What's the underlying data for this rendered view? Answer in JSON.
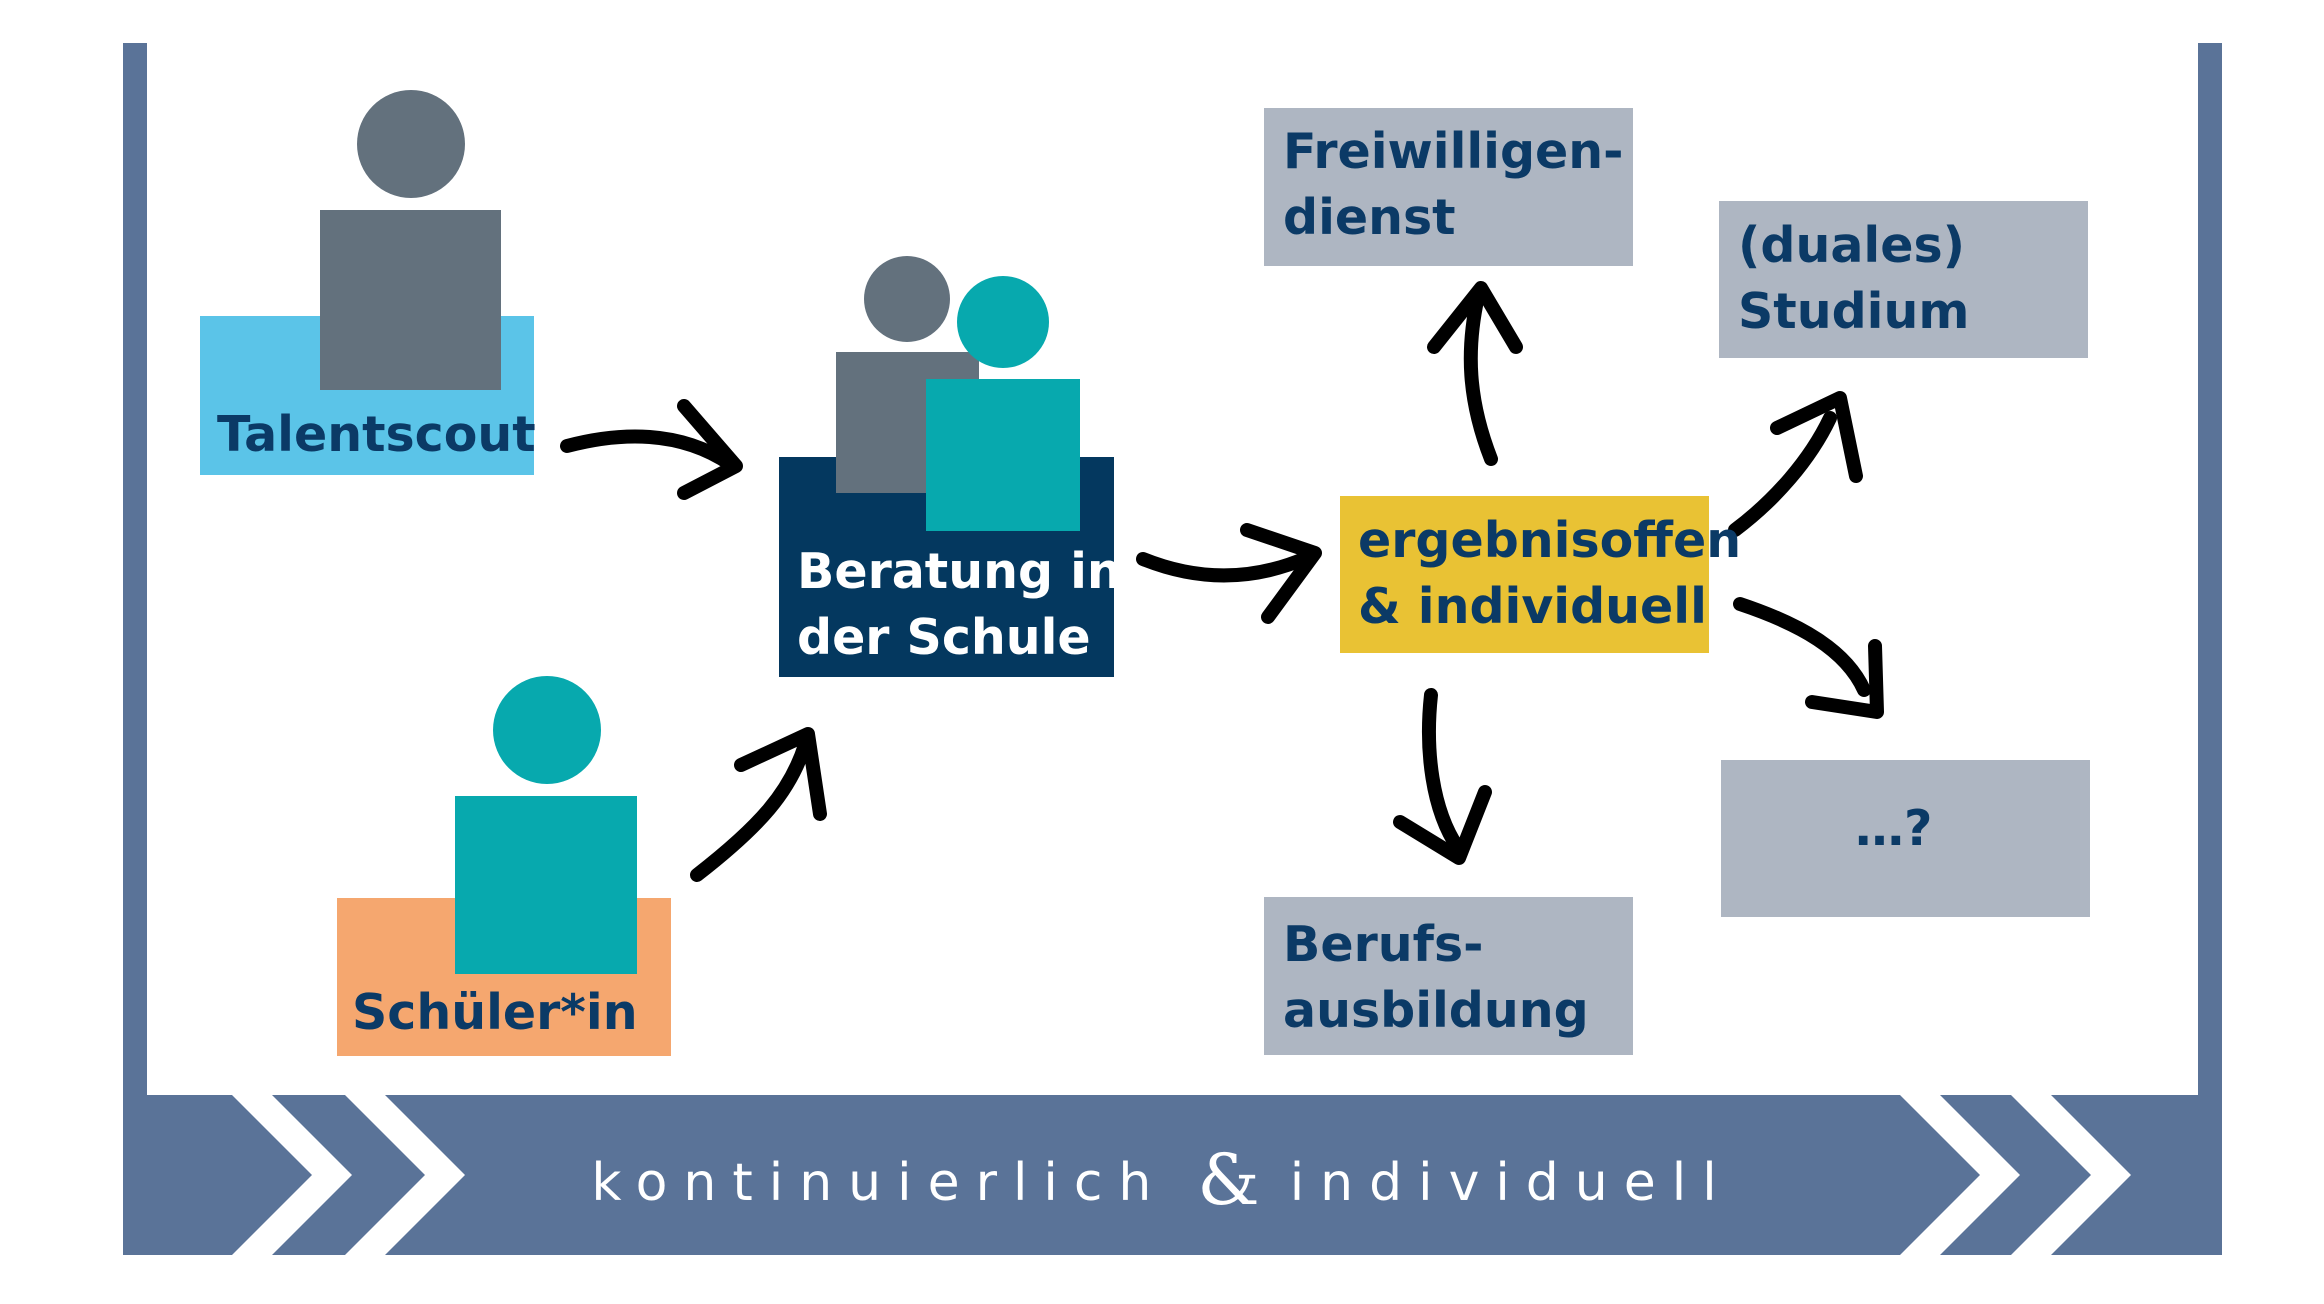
{
  "colors": {
    "frame": "#5a7398",
    "talentscout_box": "#5bc4e8",
    "schueler_box": "#f5a76f",
    "beratung_box": "#04385f",
    "result_box": "#e9c234",
    "option_box": "#aeb6c2",
    "person_gray": "#63717d",
    "person_teal": "#07a9ae",
    "label_text": "#0b3a66",
    "arrow": "#000000"
  },
  "nodes": {
    "talentscout": "Talentscout",
    "schueler": "Schüler*in",
    "beratung": "Beratung in\nder Schule",
    "result": "ergebnisoffen\n& individuell",
    "freiwilligendienst": "Freiwilligen-\ndienst",
    "studium": "(duales)\nStudium",
    "berufsausbildung": "Berufs-\nausbildung",
    "other": "…?"
  },
  "banner": {
    "left": "kontinuierlich",
    "amp": "&",
    "right": "individuell"
  }
}
